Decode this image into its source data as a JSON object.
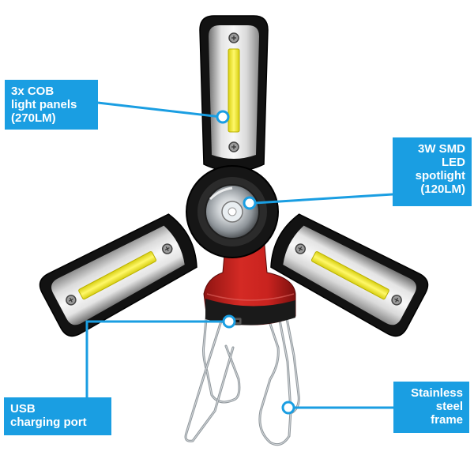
{
  "colors": {
    "accent": "#1a9ee2",
    "housing_red": "#c8221f",
    "panel_black": "#111111",
    "cob_yellow": "#f4ea1c"
  },
  "callouts": {
    "cob": {
      "lines": [
        "3x COB",
        "light panels",
        "(270LM)"
      ]
    },
    "smd": {
      "lines": [
        "3W SMD",
        "LED",
        "spotlight",
        "(120LM)"
      ]
    },
    "usb": {
      "lines": [
        "USB",
        "charging port"
      ]
    },
    "frame": {
      "lines": [
        "Stainless",
        "steel",
        "frame"
      ]
    }
  }
}
